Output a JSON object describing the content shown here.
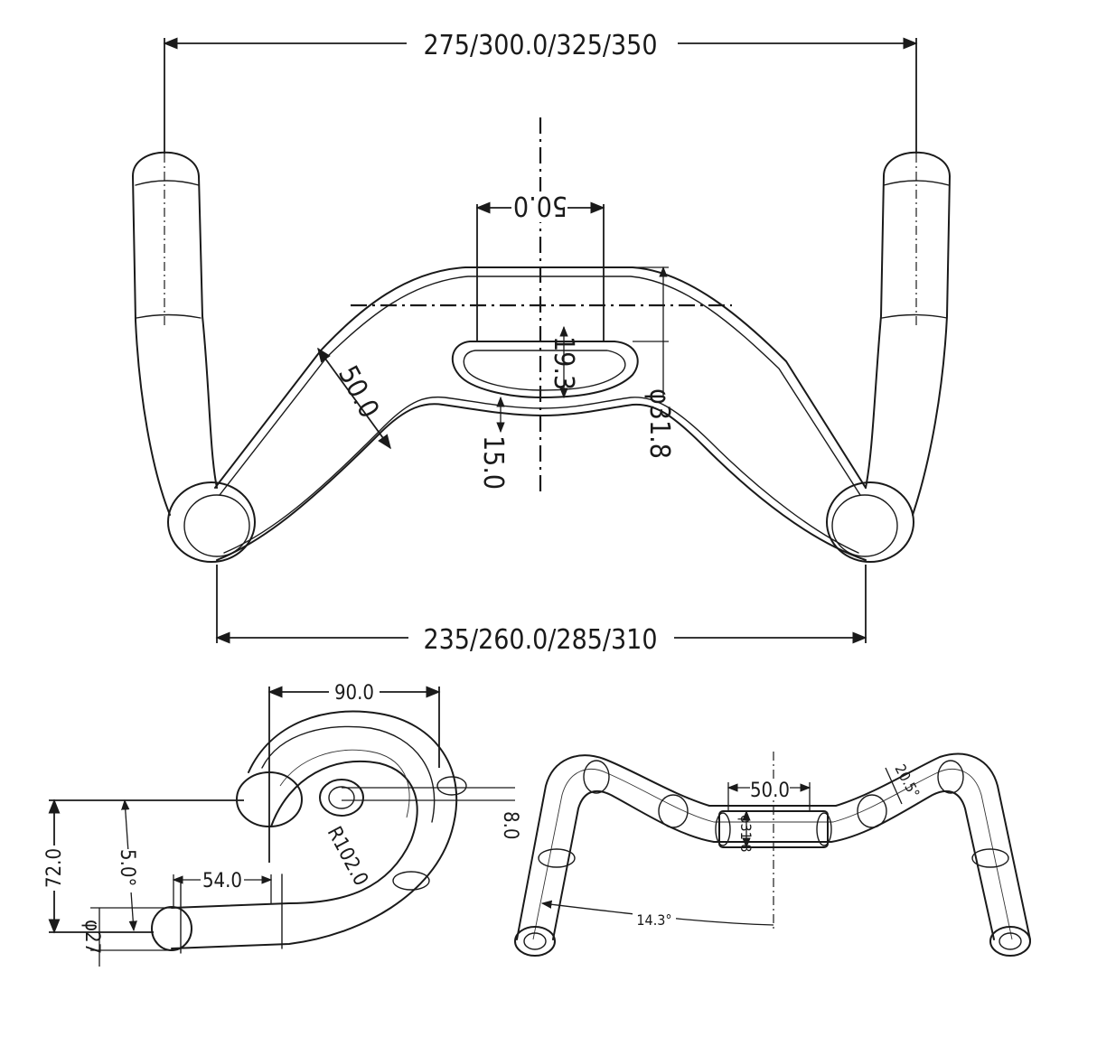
{
  "front_view": {
    "top_width": "275/300.0/325/350",
    "bottom_width": "235/260.0/285/310",
    "clamp_width": "50.0",
    "clamp_height": "19.3",
    "bar_depth": "50.0",
    "drop": "15.0",
    "clamp_diameter": "φ31.8"
  },
  "side_view": {
    "reach": "90.0",
    "tail": "8.0",
    "drop_total": "72.0",
    "rise": "5.0°",
    "straight_length": "54.0",
    "bend_radius": "R102.0",
    "tube_diameter": "φ27"
  },
  "top_view": {
    "clamp_width": "50.0",
    "clamp_diameter": "φ31.8",
    "flare": "20.5°",
    "sweep": "14.3°"
  }
}
